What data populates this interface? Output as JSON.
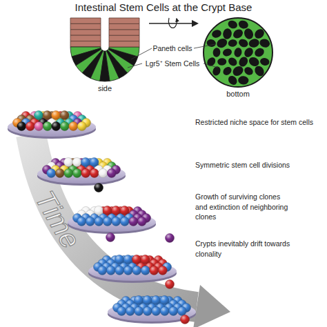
{
  "diagram": {
    "title": "Intestinal Stem Cells at the Crypt Base",
    "labels": [
      "Paneth cells",
      "Lgr5⁺ Stem Cells",
      "side",
      "bottom",
      "Restricted niche space for stem cells",
      "Symmetric stem cell divisions",
      "Growth of surviving clones and extinction of neighboring clones",
      "Time",
      "Crypts inevitably drift towards clonality"
    ]
  }
}
